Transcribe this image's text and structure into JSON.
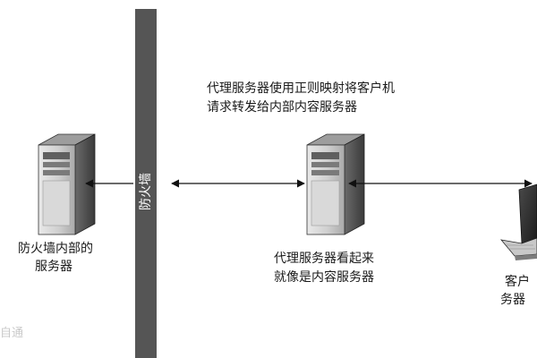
{
  "firewall": {
    "label": "防火墙"
  },
  "proxy_rule": {
    "line1": "代理服务器使用正则映射将客户机",
    "line2": "请求转发给内部内容服务器"
  },
  "internal_server": {
    "line1": "防火墙内部的",
    "line2": "服务器"
  },
  "proxy_server": {
    "line1": "代理服务器看起来",
    "line2": "就像是内容服务器"
  },
  "client": {
    "line1": "客户",
    "line2": "务器"
  },
  "watermark": {
    "text": "自通"
  }
}
